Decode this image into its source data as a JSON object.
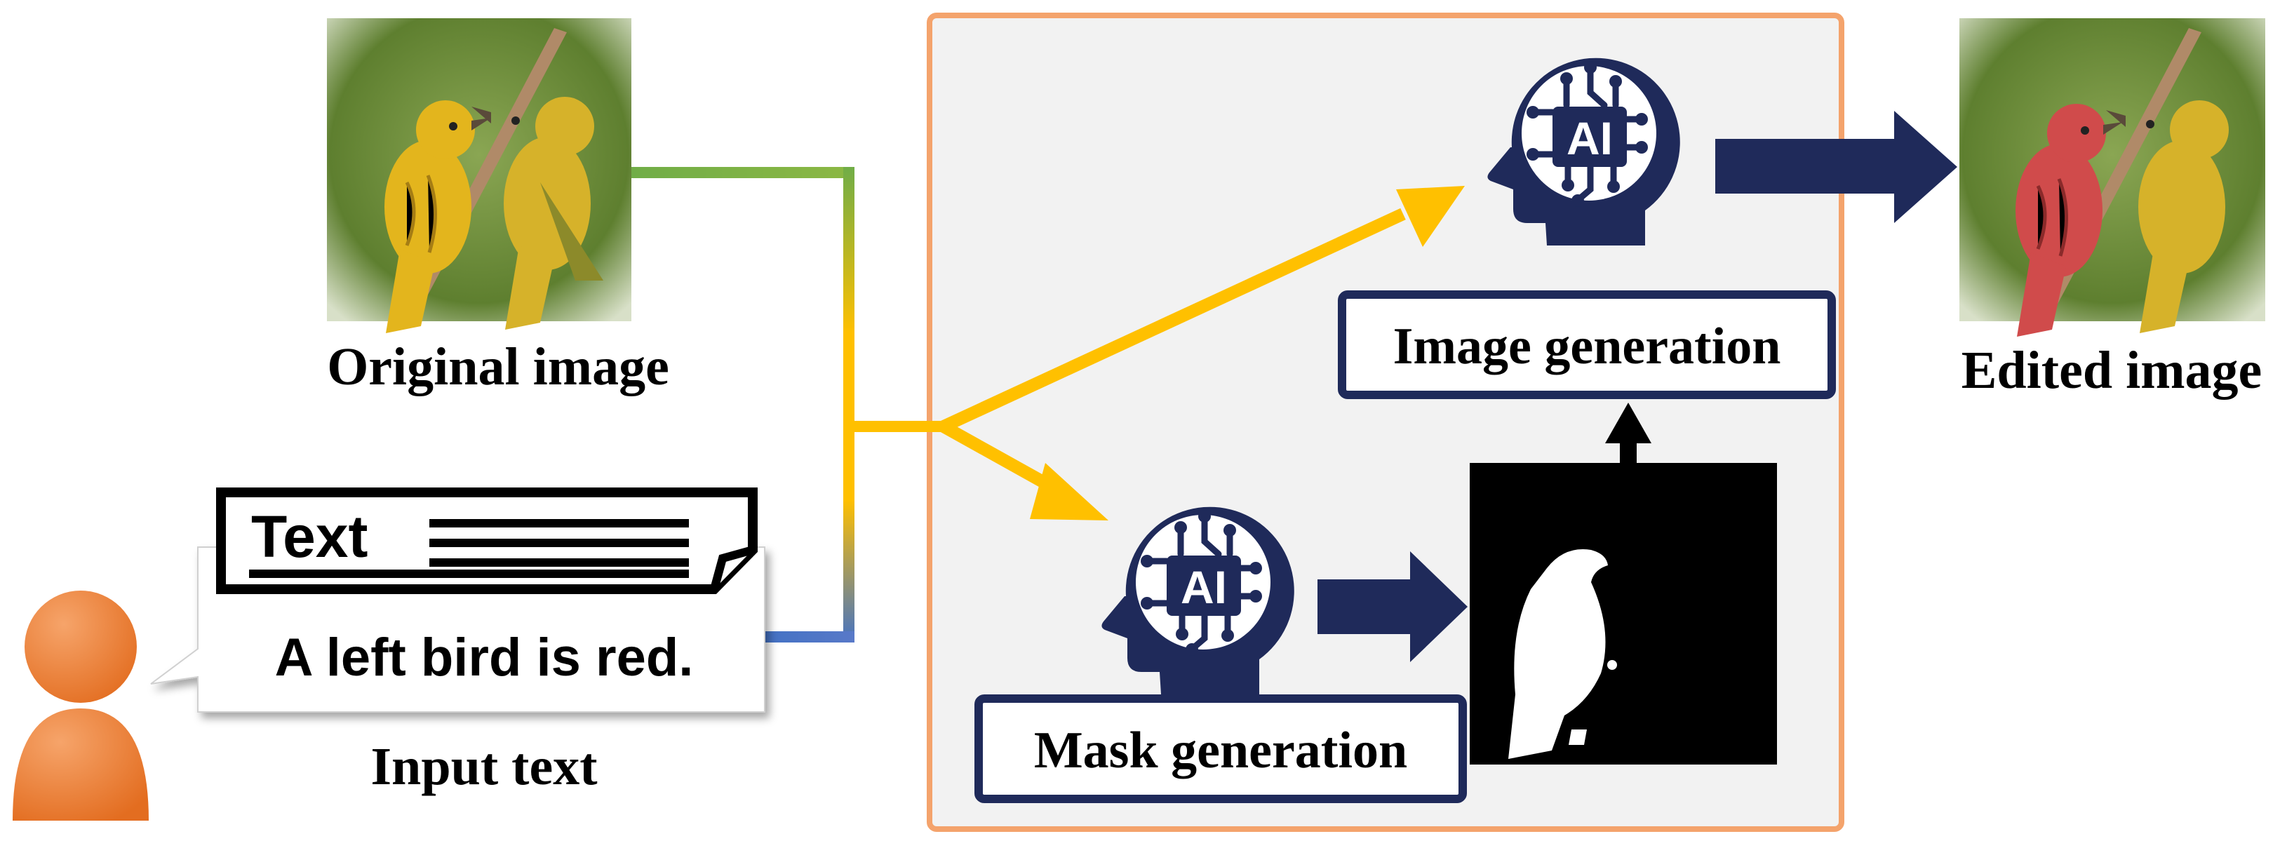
{
  "labels": {
    "original_image": "Original image",
    "edited_image": "Edited image",
    "input_text": "Input text",
    "image_generation": "Image generation",
    "mask_generation": "Mask generation"
  },
  "text_doc": {
    "heading": "Text",
    "prompt": "A left bird is red."
  },
  "ai_badge": {
    "letters": "AI"
  },
  "colors": {
    "navy": "#1f2a5a",
    "orange_arrow": "#ffc000",
    "frame_border": "#f4a36c",
    "frame_fill": "#f2f2f2",
    "person": "#ed7d31",
    "line_green": "#70ad47",
    "line_blue": "#4472c4",
    "bird_yellow": "#e3b51d",
    "bird_red": "#d04b4b",
    "photo_green": "#6d8c3a"
  }
}
